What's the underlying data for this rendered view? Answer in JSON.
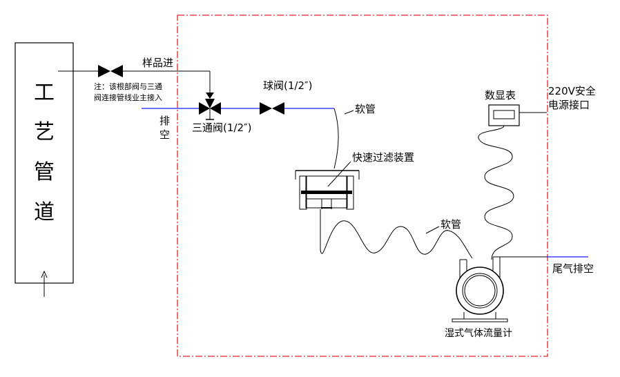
{
  "pipe": {
    "chars": [
      "工",
      "艺",
      "管",
      "道"
    ]
  },
  "labels": {
    "sample_in": "样品进",
    "note_line1": "注：该根部阀与三通",
    "note_line2": "阀连接管线业主接入",
    "vent_line1": "排",
    "vent_line2": "空",
    "three_way_valve": "三通阀(1/2″)",
    "ball_valve": "球阀(1/2″)",
    "hose_top": "软管",
    "filter": "快速过滤装置",
    "hose_bottom": "软管",
    "display": "数显表",
    "power_line1": "220V安全",
    "power_line2": "电源接口",
    "exhaust": "尾气排空",
    "flowmeter": "湿式气体流量计"
  },
  "colors": {
    "boundary": "#e0202a",
    "gas_line": "#1a1aff",
    "line": "#000000"
  }
}
